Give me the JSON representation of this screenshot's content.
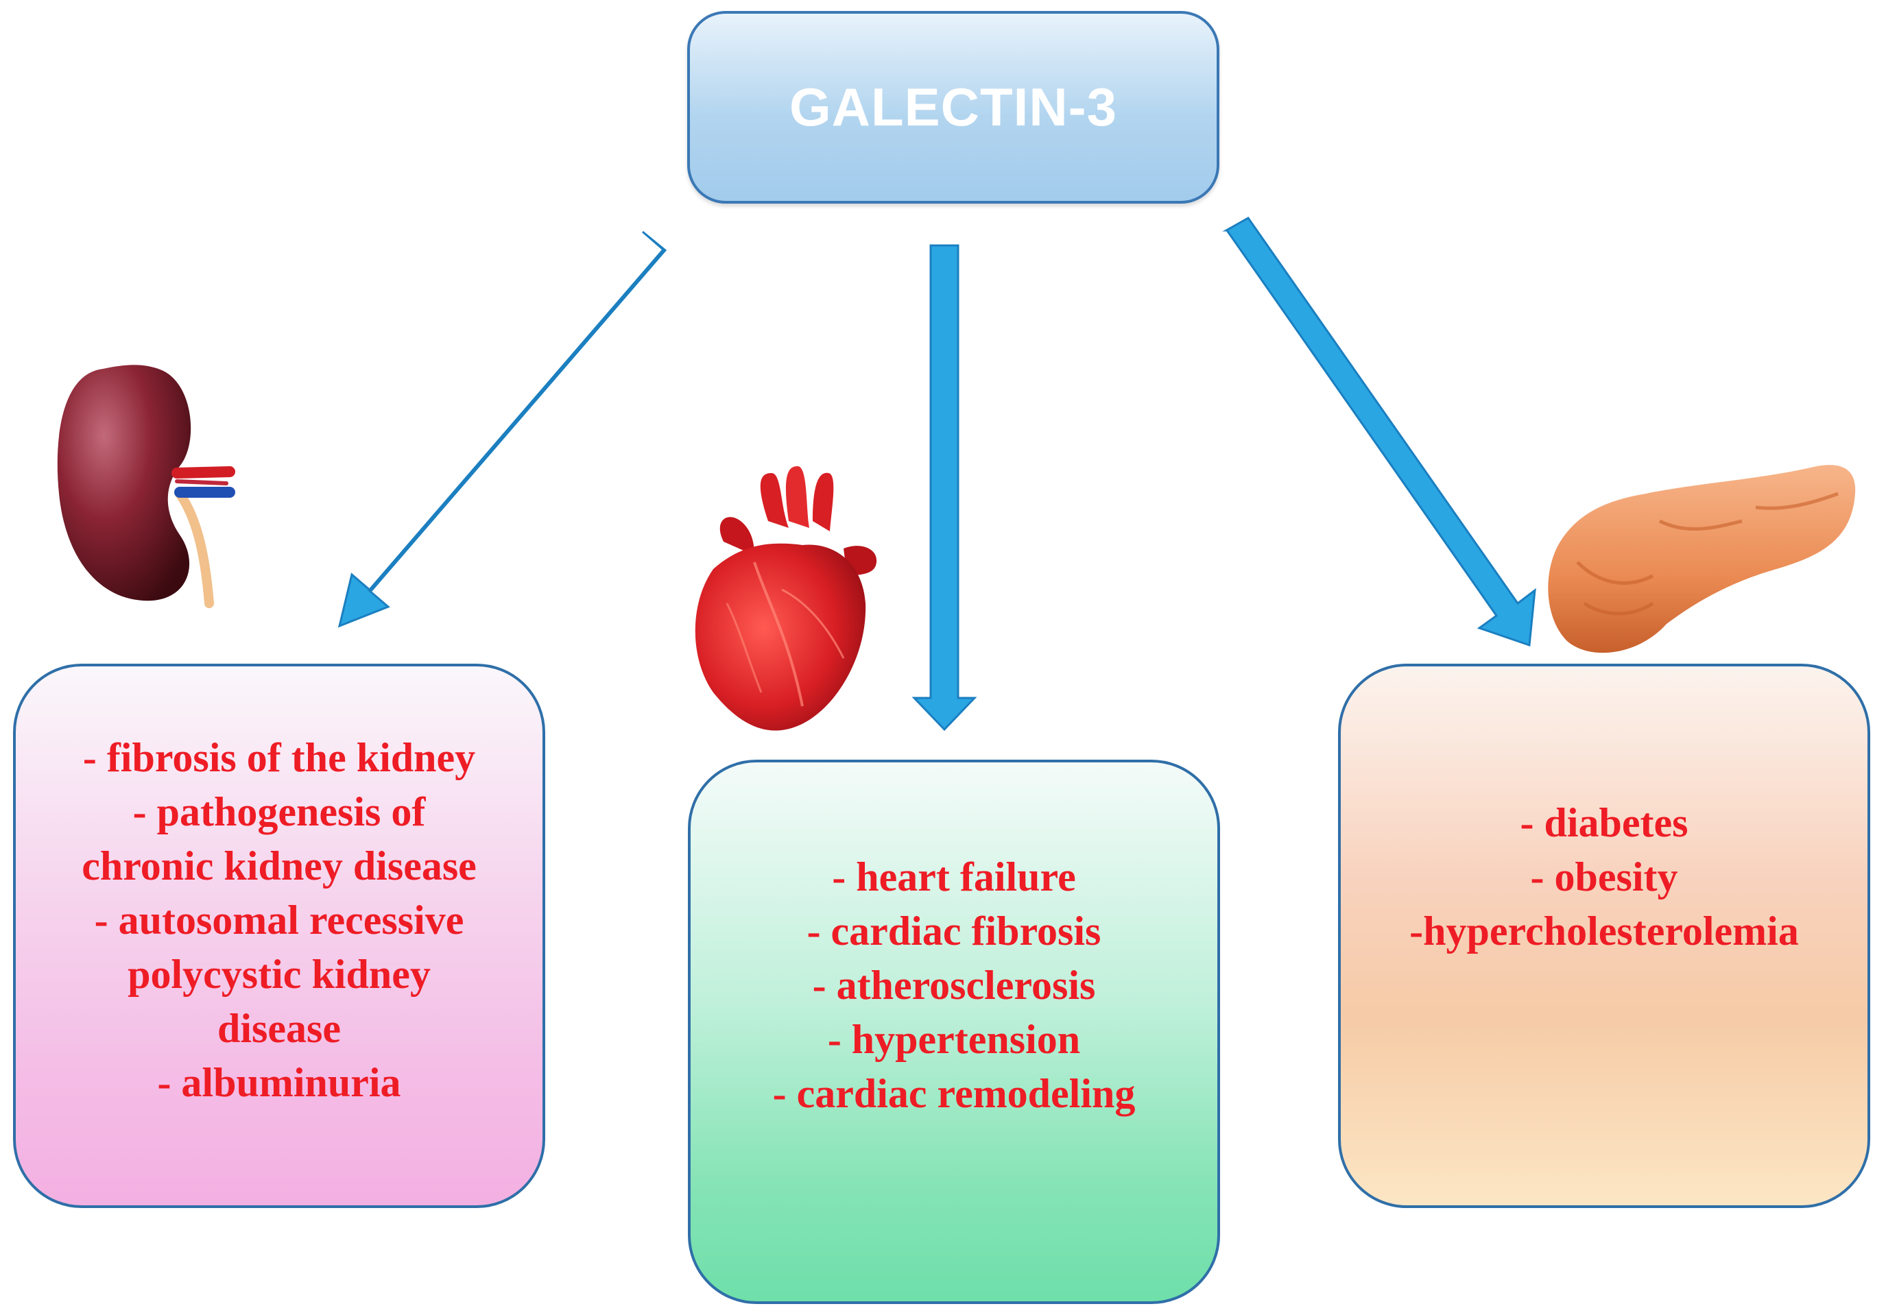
{
  "title": "GALECTIN-3",
  "kidney": {
    "items": [
      "- fibrosis of the kidney",
      "- pathogenesis of",
      "chronic kidney disease",
      "- autosomal recessive",
      "polycystic kidney",
      "disease",
      "- albuminuria"
    ]
  },
  "heart": {
    "items": [
      "- heart failure",
      "- cardiac fibrosis",
      "- atherosclerosis",
      "- hypertension",
      "- cardiac remodeling"
    ]
  },
  "pancreas": {
    "items": [
      "- diabetes",
      "- obesity",
      "-hypercholesterolemia"
    ]
  },
  "colors": {
    "arrow": "#2aa6e3",
    "arrow_outline": "#1b7fc0",
    "text": "#ee1c25"
  }
}
